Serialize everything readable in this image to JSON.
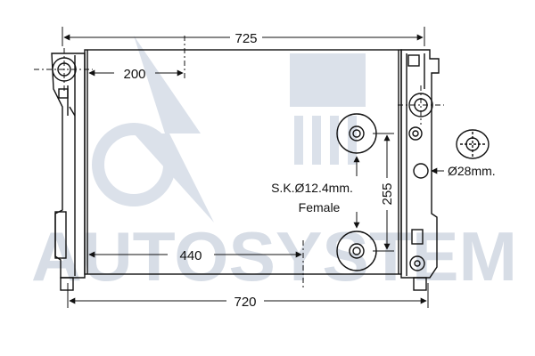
{
  "watermark": {
    "text": "AUTOSYSTEM",
    "color": "#d7dde6"
  },
  "dimensions": {
    "overall_width_top": "725",
    "left_offset": "200",
    "bottom_offset": "440",
    "core_width": "720",
    "height": "255"
  },
  "annotations": {
    "sensor_spec": "S.K.Ø12.4mm.",
    "sensor_type": "Female",
    "hole_size": "Ø28mm."
  },
  "colors": {
    "line": "#111111",
    "background": "#ffffff"
  }
}
